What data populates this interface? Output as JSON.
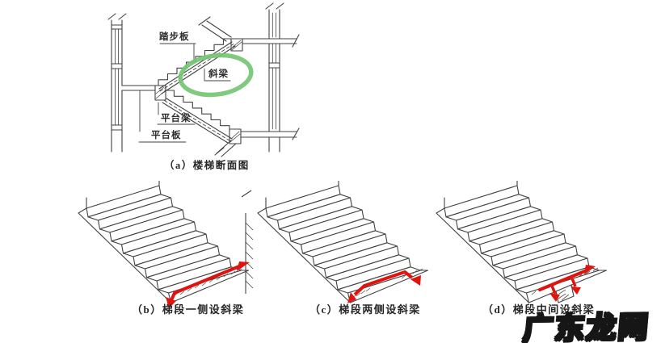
{
  "colors": {
    "line": "#424242",
    "highlight_green": "#74c674",
    "arrow_red": "#e0140f",
    "text": "#2d2d2d"
  },
  "section": {
    "caption": "（a）楼梯断面图",
    "labels": {
      "tread": "踏步板",
      "inclined_beam": "斜梁",
      "platform_beam": "平台梁",
      "platform_slab": "平台板"
    }
  },
  "variants": {
    "b": {
      "caption": "（b）梯段一侧设斜梁"
    },
    "c": {
      "caption": "（c）梯段两侧设斜梁"
    },
    "d": {
      "caption": "（d）梯段中间设斜梁"
    }
  },
  "watermark": {
    "text": "广东龙网"
  }
}
